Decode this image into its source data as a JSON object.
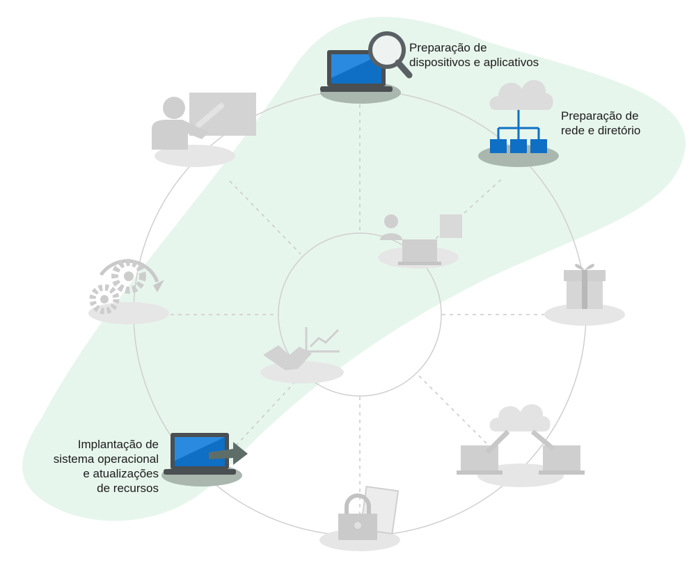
{
  "labels": {
    "devices_apps": "Preparação de\ndispositivos e aplicativos",
    "network_directory": "Preparação de\nrede e diretório",
    "os_deployment": "Implantação de\nsistema operacional\ne atualizações\nde recursos"
  },
  "colors": {
    "highlight_region": "#e7f6ec",
    "active_icon_blue": "#0e6fc4",
    "active_icon_dark": "#4a4f52",
    "inactive_icon": "#cfcfcf",
    "platform_active": "#a9b7ae",
    "platform_inactive": "#e6e6e6",
    "ring": "#cfcfcf"
  },
  "icons": {
    "devices_apps": "laptop-magnifier-icon",
    "network_directory": "cloud-network-icon",
    "os_deployment": "laptop-arrow-icon",
    "training": "presenter-board-icon",
    "service": "gears-cycle-icon",
    "gift": "gift-icon",
    "sync": "laptops-cloud-sync-icon",
    "security": "lock-document-icon",
    "planning": "user-laptop-strategy-icon",
    "business": "handshake-chart-icon"
  }
}
